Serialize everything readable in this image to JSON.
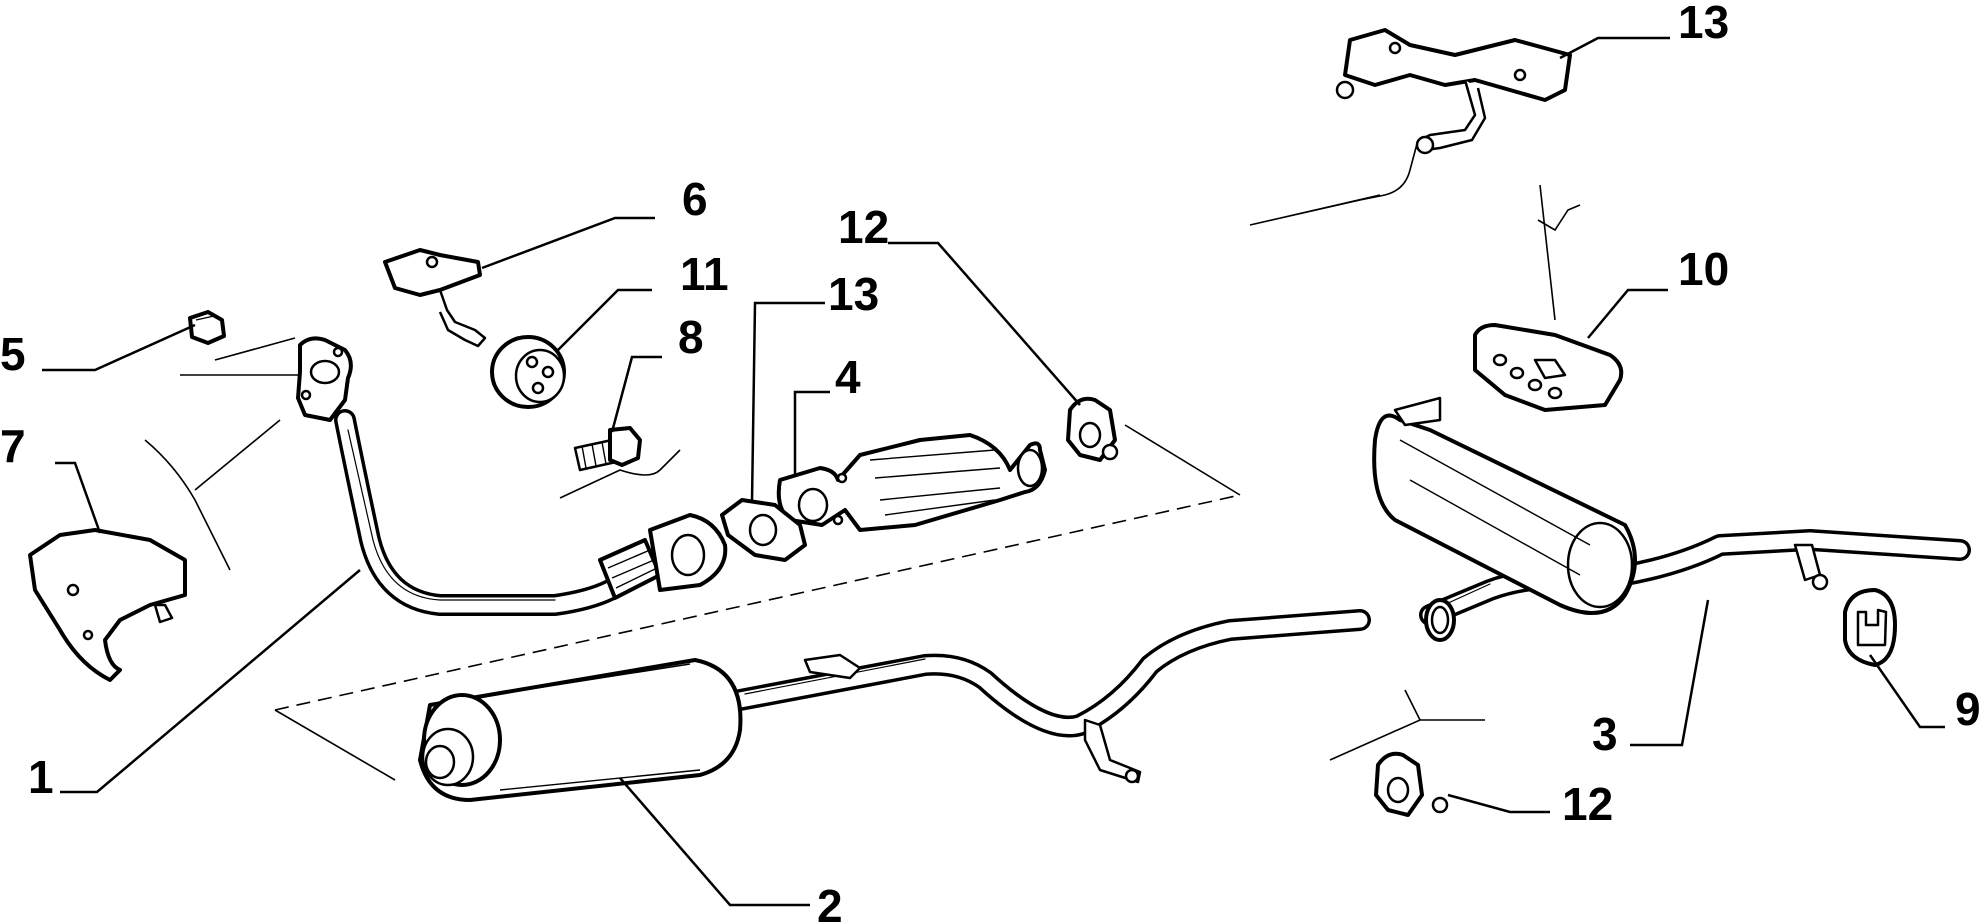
{
  "callouts": [
    {
      "id": "c1",
      "label": "1"
    },
    {
      "id": "c2",
      "label": "2"
    },
    {
      "id": "c3",
      "label": "3"
    },
    {
      "id": "c4",
      "label": "4"
    },
    {
      "id": "c5",
      "label": "5"
    },
    {
      "id": "c6",
      "label": "6"
    },
    {
      "id": "c7",
      "label": "7"
    },
    {
      "id": "c8",
      "label": "8"
    },
    {
      "id": "c9",
      "label": "9"
    },
    {
      "id": "c10",
      "label": "10"
    },
    {
      "id": "c11",
      "label": "11"
    },
    {
      "id": "c12a",
      "label": "12"
    },
    {
      "id": "c12b",
      "label": "12"
    },
    {
      "id": "c13a",
      "label": "13"
    },
    {
      "id": "c13b",
      "label": "13"
    }
  ]
}
